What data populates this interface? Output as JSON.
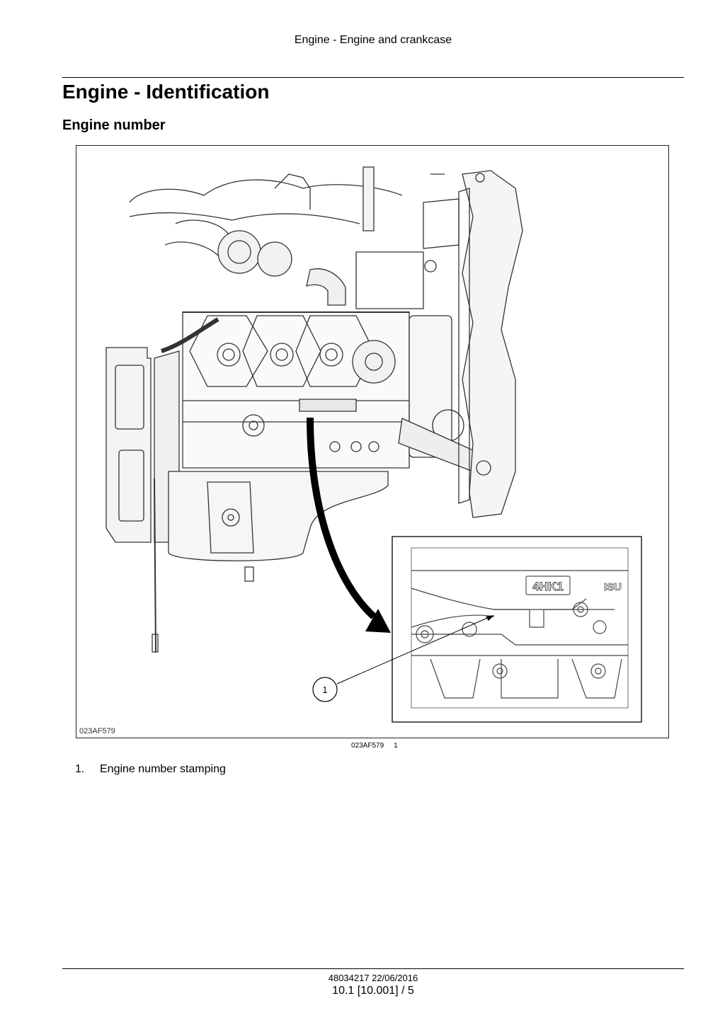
{
  "header": {
    "running_title": "Engine - Engine and crankcase"
  },
  "page_title": "Engine - Identification",
  "section_title": "Engine number",
  "figure": {
    "image_code": "023AF579",
    "figure_number": "1",
    "callout_label": "1",
    "stamp_text": "4HK1",
    "stamp_brand_fragment": "ISU"
  },
  "legend": [
    {
      "number": "1.",
      "text": "Engine number stamping"
    }
  ],
  "footer": {
    "doc_id": "48034217 22/06/2016",
    "page_ref": "10.1 [10.001] / 5"
  }
}
